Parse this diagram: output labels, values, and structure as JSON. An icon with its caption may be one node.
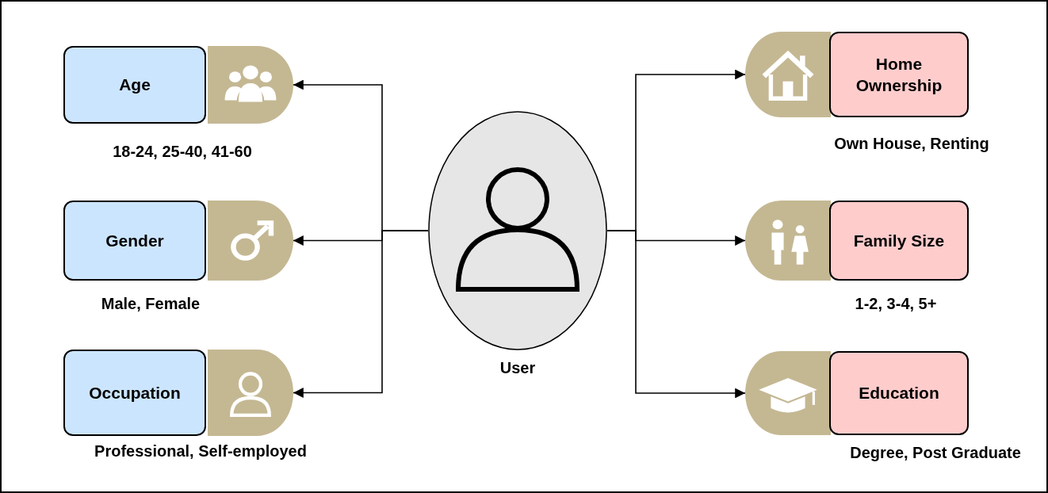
{
  "diagram": {
    "nodes": [
      {
        "text": [
          "User"
        ]
      },
      {
        "text": [
          "Age"
        ],
        "beside": [
          "18-24, 25-40, 41-60"
        ]
      },
      {
        "text": [
          "Gender"
        ],
        "beside": [
          "Male, Female"
        ]
      },
      {
        "text": [
          "Occupation"
        ],
        "beside": [
          "Professional, Self-employed"
        ]
      },
      {
        "text": [
          "Home Ownership"
        ],
        "beside": [
          "Own House, Renting"
        ]
      },
      {
        "text": [
          "Family Size"
        ],
        "beside": [
          "1-2, 3-4, 5+"
        ]
      },
      {
        "text": [
          "Education"
        ],
        "beside": [
          "Degree, Post Graduate"
        ]
      }
    ],
    "edges": [
      {
        "from": 0,
        "to": 1,
        "arrow": "to"
      },
      {
        "from": 0,
        "to": 2,
        "arrow": "to"
      },
      {
        "from": 0,
        "to": 3,
        "arrow": "to"
      },
      {
        "from": 0,
        "to": 4,
        "arrow": "to"
      },
      {
        "from": 0,
        "to": 5,
        "arrow": "to"
      },
      {
        "from": 0,
        "to": 6,
        "arrow": "to"
      }
    ]
  }
}
